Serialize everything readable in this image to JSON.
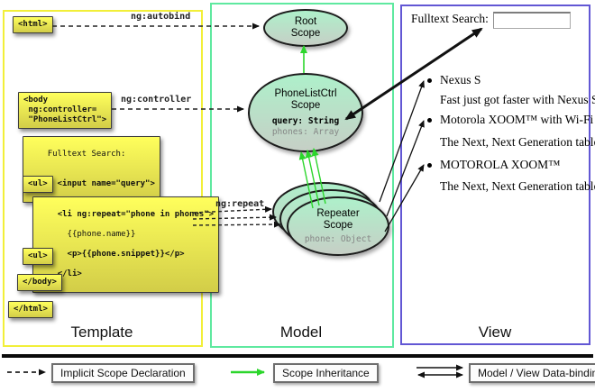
{
  "panels": {
    "template": {
      "label": "Template"
    },
    "model": {
      "label": "Model"
    },
    "view": {
      "label": "View"
    }
  },
  "template": {
    "boxes": {
      "html_open": "<html>",
      "body_open": "<body\n ng:controller=\n \"PhoneListCtrl\">",
      "fulltext_line1": "Fulltext Search:",
      "fulltext_line2": "  <input name=\"query\">",
      "ul_open_1": "<ul>",
      "li_repeat_lines": [
        "<li ng:repeat=\"phone in phones\">",
        "  {{phone.name}}",
        "  <p>{{phone.snippet}}</p>",
        "</li>"
      ],
      "ul_open_2": "<ul>",
      "body_close": "</body>",
      "html_close": "</html>"
    },
    "arrow_labels": {
      "autobind": "ng:autobind",
      "controller": "ng:controller",
      "repeat": "ng:repeat"
    }
  },
  "model": {
    "root_scope": {
      "title": "Root\nScope"
    },
    "phonelist_scope": {
      "title": "PhoneListCtrl\nScope",
      "prop_query": "query: String",
      "prop_phones": "phones: Array"
    },
    "repeater_scope": {
      "title": "Repeater\nScope",
      "prop_phone": "phone: Object"
    }
  },
  "view": {
    "search_label": "Fulltext Search:",
    "search_value": "",
    "items": [
      {
        "title": "Nexus S",
        "snippet": "Fast just got faster with Nexus S."
      },
      {
        "title": "Motorola XOOM™ with Wi-Fi",
        "snippet": "The Next, Next Generation tablet."
      },
      {
        "title": "MOTOROLA XOOM™",
        "snippet": "The Next, Next Generation tablet."
      }
    ]
  },
  "legend": {
    "implicit": "Implicit Scope Declaration",
    "inheritance": "Scope Inheritance",
    "binding": "Model / View Data-binding"
  },
  "colors": {
    "template_border": "#f2ef39",
    "model_border": "#5fe9a0",
    "view_border": "#6257d4",
    "code_box_top": "#ffff5c",
    "code_box_bottom": "#d2cd48",
    "scope_fill_top": "#aef0ca",
    "scope_fill_bottom": "#c6cfc6",
    "green_arrow": "#2bd62b",
    "black_arrow": "#111111"
  }
}
